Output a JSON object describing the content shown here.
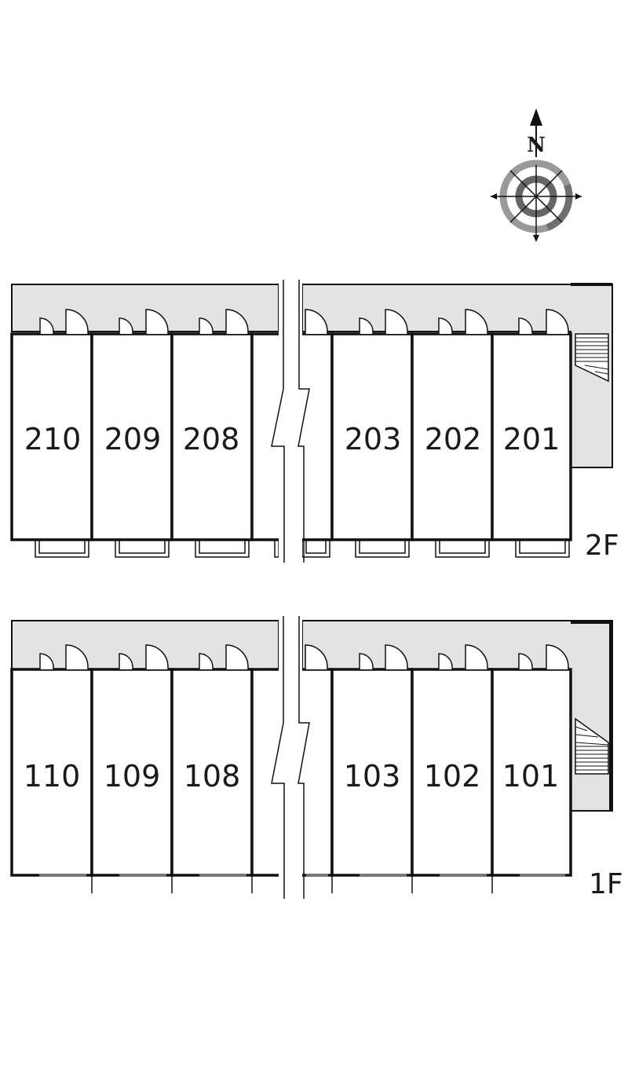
{
  "compass": {
    "north_label": "N"
  },
  "floors": [
    {
      "label": "2F",
      "rooms_left": [
        "210",
        "209",
        "208"
      ],
      "rooms_right": [
        "203",
        "202",
        "201"
      ]
    },
    {
      "label": "1F",
      "rooms_left": [
        "110",
        "109",
        "108"
      ],
      "rooms_right": [
        "103",
        "102",
        "101"
      ]
    }
  ],
  "colors": {
    "walkway": "#e3e3e3",
    "wall": "#111111",
    "compass_ring": "#8a8a8a"
  }
}
